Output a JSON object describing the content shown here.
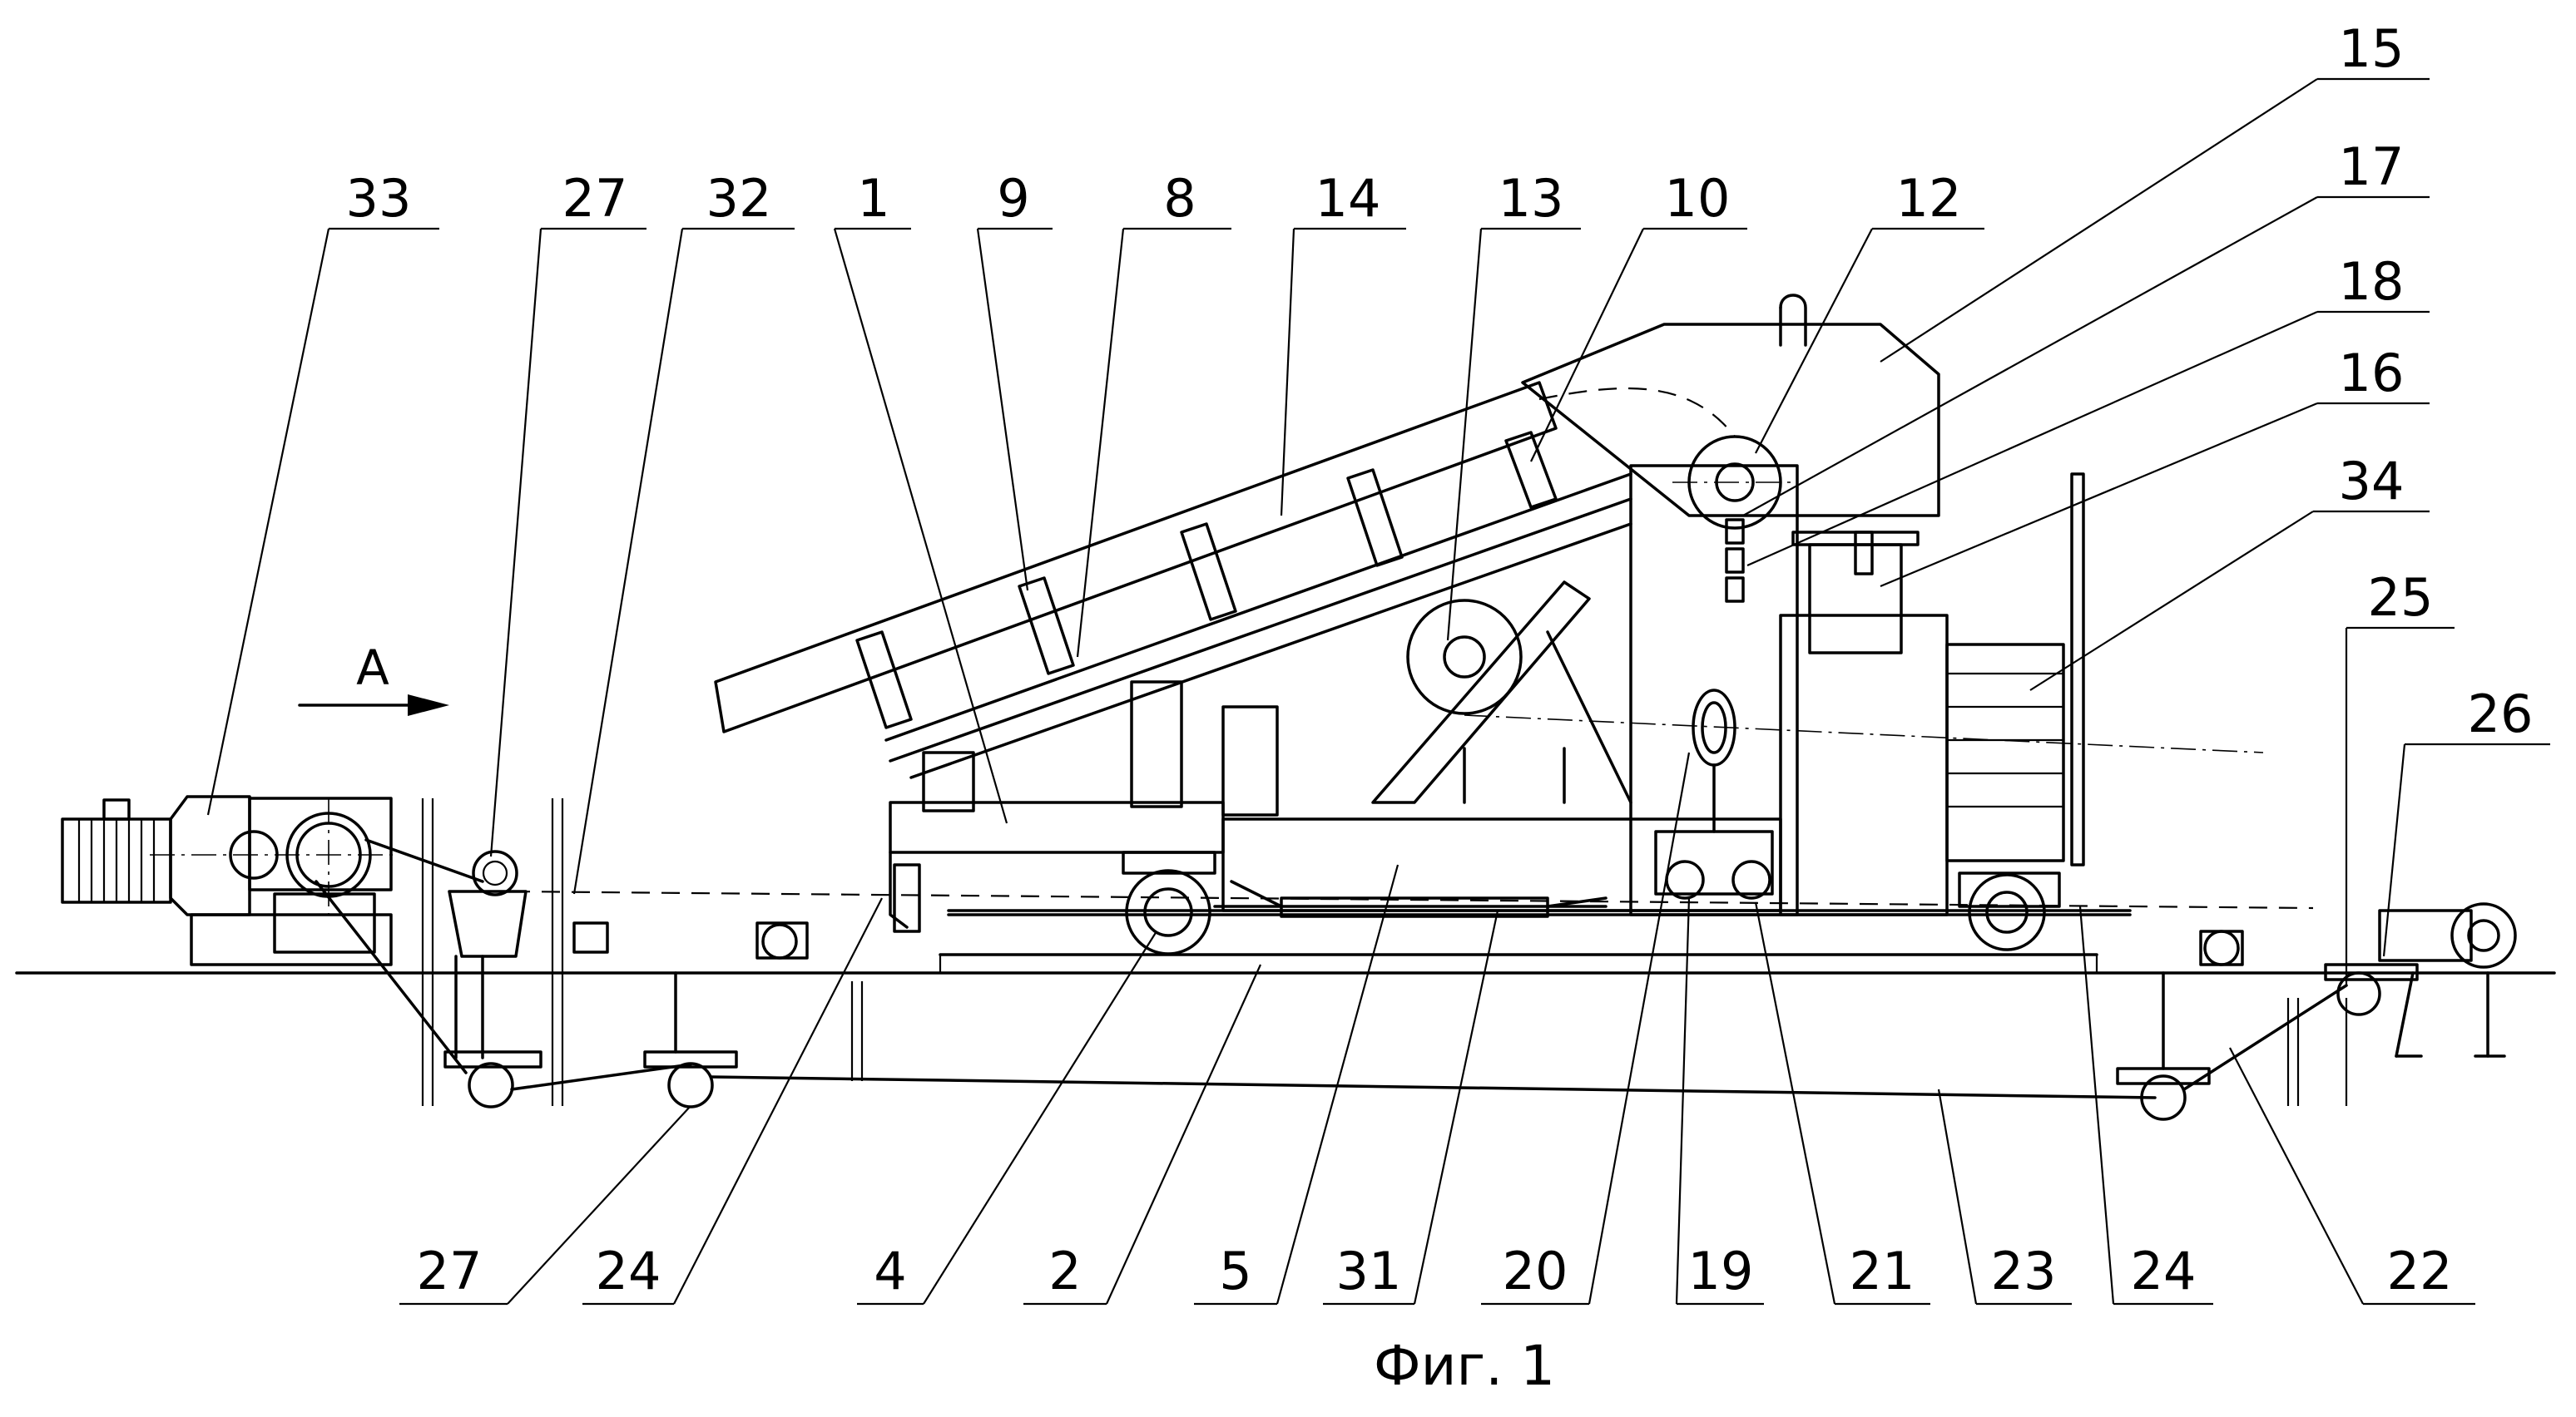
{
  "caption": "Фиг. 1",
  "view_marker": "А",
  "callouts": [
    {
      "id": "c-33-top",
      "label": "33"
    },
    {
      "id": "c-27-top",
      "label": "27"
    },
    {
      "id": "c-32",
      "label": "32"
    },
    {
      "id": "c-1",
      "label": "1"
    },
    {
      "id": "c-9",
      "label": "9"
    },
    {
      "id": "c-8",
      "label": "8"
    },
    {
      "id": "c-14",
      "label": "14"
    },
    {
      "id": "c-13",
      "label": "13"
    },
    {
      "id": "c-10",
      "label": "10"
    },
    {
      "id": "c-12",
      "label": "12"
    },
    {
      "id": "c-15",
      "label": "15"
    },
    {
      "id": "c-17",
      "label": "17"
    },
    {
      "id": "c-18",
      "label": "18"
    },
    {
      "id": "c-16",
      "label": "16"
    },
    {
      "id": "c-34",
      "label": "34"
    },
    {
      "id": "c-25",
      "label": "25"
    },
    {
      "id": "c-26",
      "label": "26"
    },
    {
      "id": "c-27-bot",
      "label": "27"
    },
    {
      "id": "c-24-left",
      "label": "24"
    },
    {
      "id": "c-4",
      "label": "4"
    },
    {
      "id": "c-2",
      "label": "2"
    },
    {
      "id": "c-5",
      "label": "5"
    },
    {
      "id": "c-31",
      "label": "31"
    },
    {
      "id": "c-20",
      "label": "20"
    },
    {
      "id": "c-19",
      "label": "19"
    },
    {
      "id": "c-21",
      "label": "21"
    },
    {
      "id": "c-23",
      "label": "23"
    },
    {
      "id": "c-24-right",
      "label": "24"
    },
    {
      "id": "c-22",
      "label": "22"
    }
  ]
}
